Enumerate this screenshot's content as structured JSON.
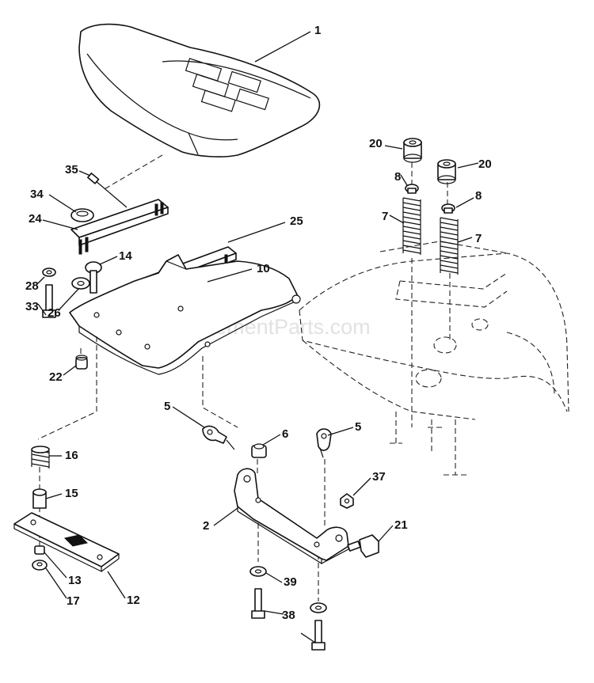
{
  "watermark": "eReplacementParts.com",
  "callouts": [
    {
      "id": "c1",
      "label": "1"
    },
    {
      "id": "c35",
      "label": "35"
    },
    {
      "id": "c34",
      "label": "34"
    },
    {
      "id": "c24",
      "label": "24"
    },
    {
      "id": "c25",
      "label": "25"
    },
    {
      "id": "c14",
      "label": "14"
    },
    {
      "id": "c10",
      "label": "10"
    },
    {
      "id": "c28",
      "label": "28"
    },
    {
      "id": "c33",
      "label": "33"
    },
    {
      "id": "c26",
      "label": "26"
    },
    {
      "id": "c22",
      "label": "22"
    },
    {
      "id": "c20a",
      "label": "20"
    },
    {
      "id": "c20b",
      "label": "20"
    },
    {
      "id": "c8a",
      "label": "8"
    },
    {
      "id": "c8b",
      "label": "8"
    },
    {
      "id": "c7a",
      "label": "7"
    },
    {
      "id": "c7b",
      "label": "7"
    },
    {
      "id": "c5a",
      "label": "5"
    },
    {
      "id": "c5b",
      "label": "5"
    },
    {
      "id": "c6",
      "label": "6"
    },
    {
      "id": "c16",
      "label": "16"
    },
    {
      "id": "c15",
      "label": "15"
    },
    {
      "id": "c37",
      "label": "37"
    },
    {
      "id": "c2",
      "label": "2"
    },
    {
      "id": "c21",
      "label": "21"
    },
    {
      "id": "c13",
      "label": "13"
    },
    {
      "id": "c12",
      "label": "12"
    },
    {
      "id": "c17",
      "label": "17"
    },
    {
      "id": "c39",
      "label": "39"
    },
    {
      "id": "c38",
      "label": "38"
    }
  ]
}
